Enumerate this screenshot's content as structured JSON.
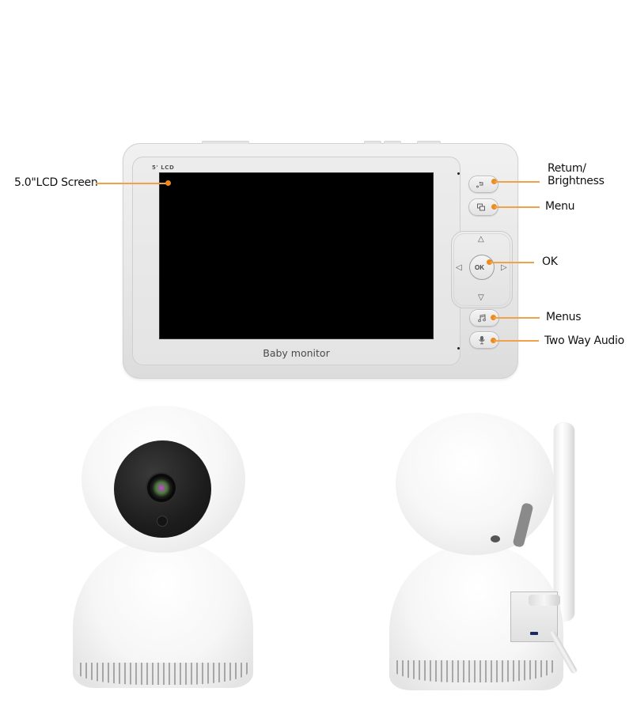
{
  "monitor": {
    "lcd_label": "5' LCD",
    "brand_label": "Baby monitor",
    "buttons": {
      "return_brightness_icon": "return-icon",
      "menu_icon": "menu-windows-icon",
      "ok_label": "OK",
      "music_icon": "music-note-icon",
      "mic_icon": "microphone-icon",
      "dpad_arrows": [
        "△",
        "▽",
        "◁",
        "▷"
      ]
    }
  },
  "callouts": [
    {
      "id": "lcd-screen",
      "label": "5.0\"LCD Screen"
    },
    {
      "id": "return-brightness",
      "label_line1": "Retum/",
      "label_line2": "Brightness"
    },
    {
      "id": "menu",
      "label": "Menu"
    },
    {
      "id": "ok",
      "label": "OK"
    },
    {
      "id": "menus",
      "label": "Menus"
    },
    {
      "id": "two-way-audio",
      "label": "Two Way Audio"
    }
  ],
  "colors": {
    "callout_line": "#f0a24a",
    "callout_dot": "#f08a1c",
    "device_body": "#e8e8e8",
    "screen": "#000000"
  },
  "cameras": [
    {
      "view": "front",
      "features": [
        "lens",
        "ir-sensor",
        "vents"
      ]
    },
    {
      "view": "back",
      "features": [
        "antenna",
        "usb-port",
        "power-cable",
        "vents"
      ]
    }
  ]
}
